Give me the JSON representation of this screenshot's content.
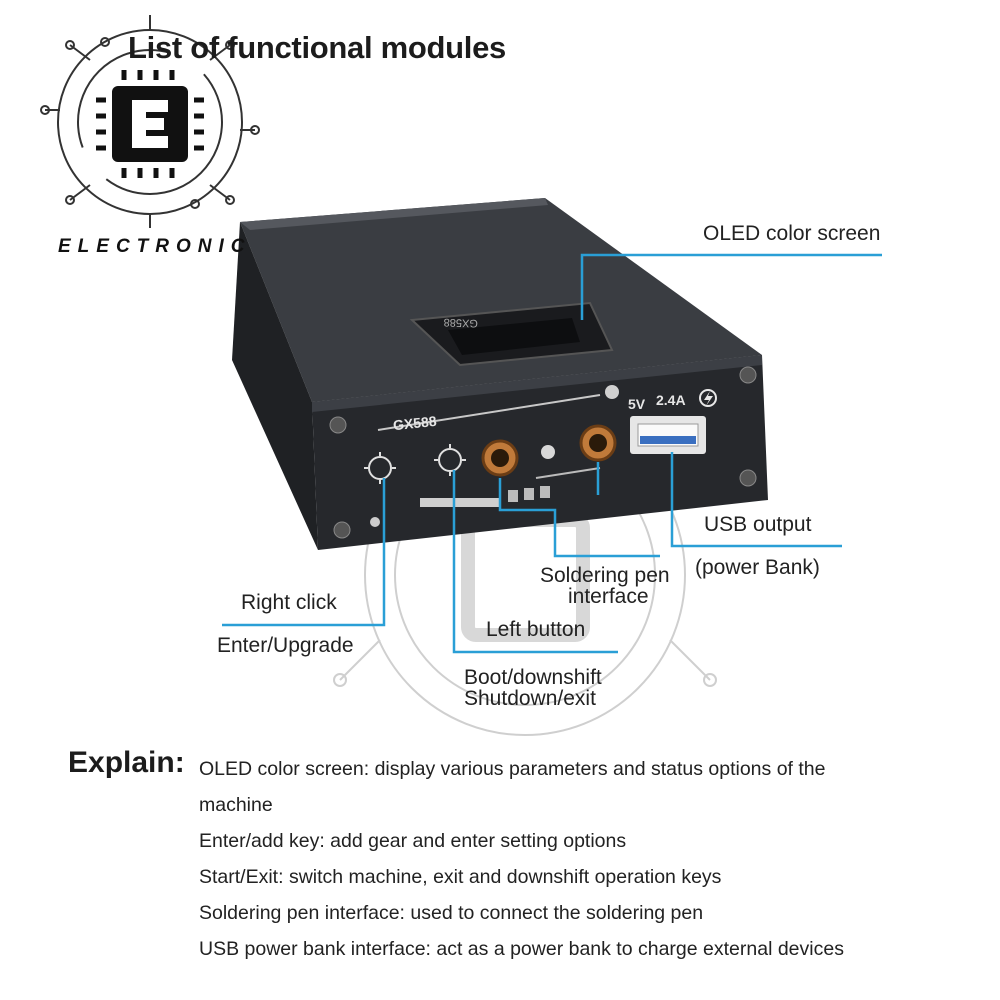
{
  "title": "List of functional modules",
  "brand": {
    "name": "ELECTRONIC",
    "logo_letter": "E"
  },
  "device": {
    "model": "GX588",
    "screen_model": "GX588",
    "usb_rating_v": "5V",
    "usb_rating_a": "2.4A"
  },
  "callouts": {
    "oled": "OLED color screen",
    "usb_output_1": "USB output",
    "usb_output_2": "(power Bank)",
    "soldering_1": "Soldering pen",
    "soldering_2": "interface",
    "right_click": "Right click",
    "enter_upgrade": "Enter/Upgrade",
    "left_button": "Left button",
    "boot_1": "Boot/downshift",
    "boot_2": "Shutdown/exit"
  },
  "explain": {
    "heading": "Explain:",
    "lines": [
      "OLED color screen: display various parameters and status options of the",
      "machine",
      "Enter/add key: add gear and enter setting options",
      "Start/Exit: switch machine, exit and downshift operation keys",
      "Soldering pen interface: used to connect the soldering pen",
      "USB power bank interface: act as a power bank to charge external devices"
    ]
  },
  "colors": {
    "callout_line": "#2a9fd6",
    "device_body": "#2a2c30",
    "accent_copper": "#c08040"
  }
}
